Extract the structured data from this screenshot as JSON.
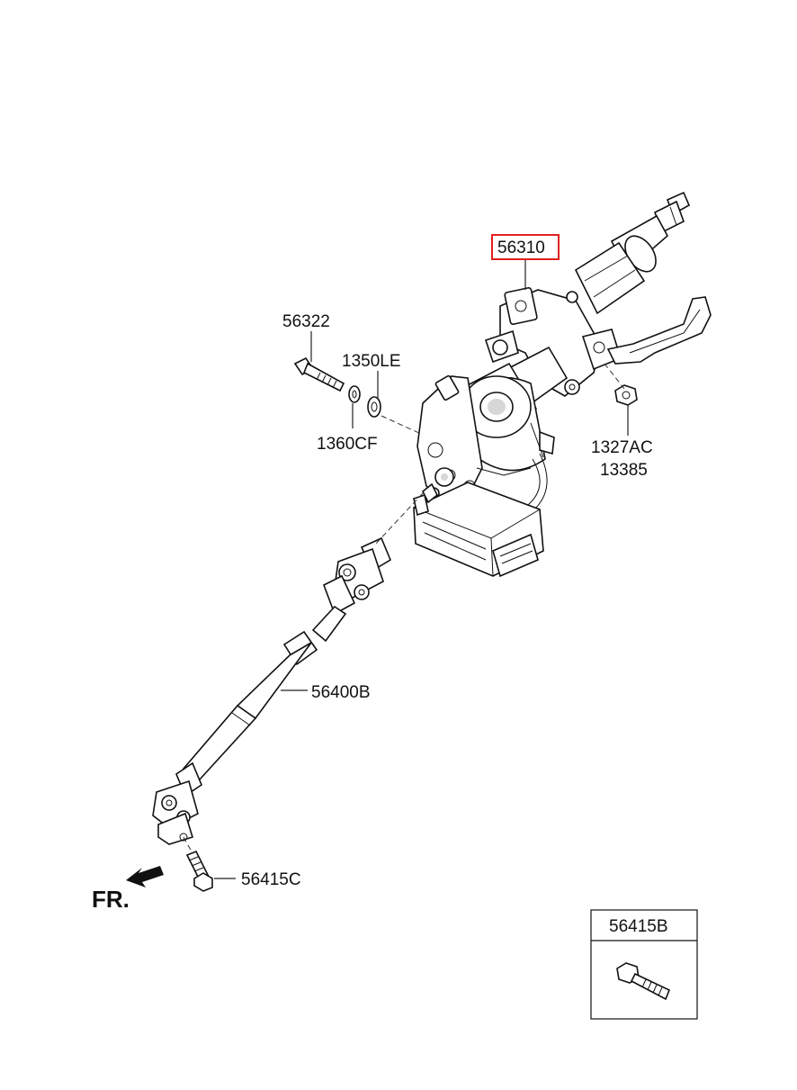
{
  "labels": {
    "column_assembly": "56310",
    "bolt_upper": "56322",
    "washer_a": "1350LE",
    "washer_b": "1360CF",
    "nut_a": "1327AC",
    "nut_b": "13385",
    "shaft": "56400B",
    "bolt_lower": "56415C",
    "inset_title": "56415B",
    "front_indicator": "FR."
  },
  "highlight_color": "#e02020",
  "icons": {
    "front_arrow": "front-arrow-icon"
  }
}
